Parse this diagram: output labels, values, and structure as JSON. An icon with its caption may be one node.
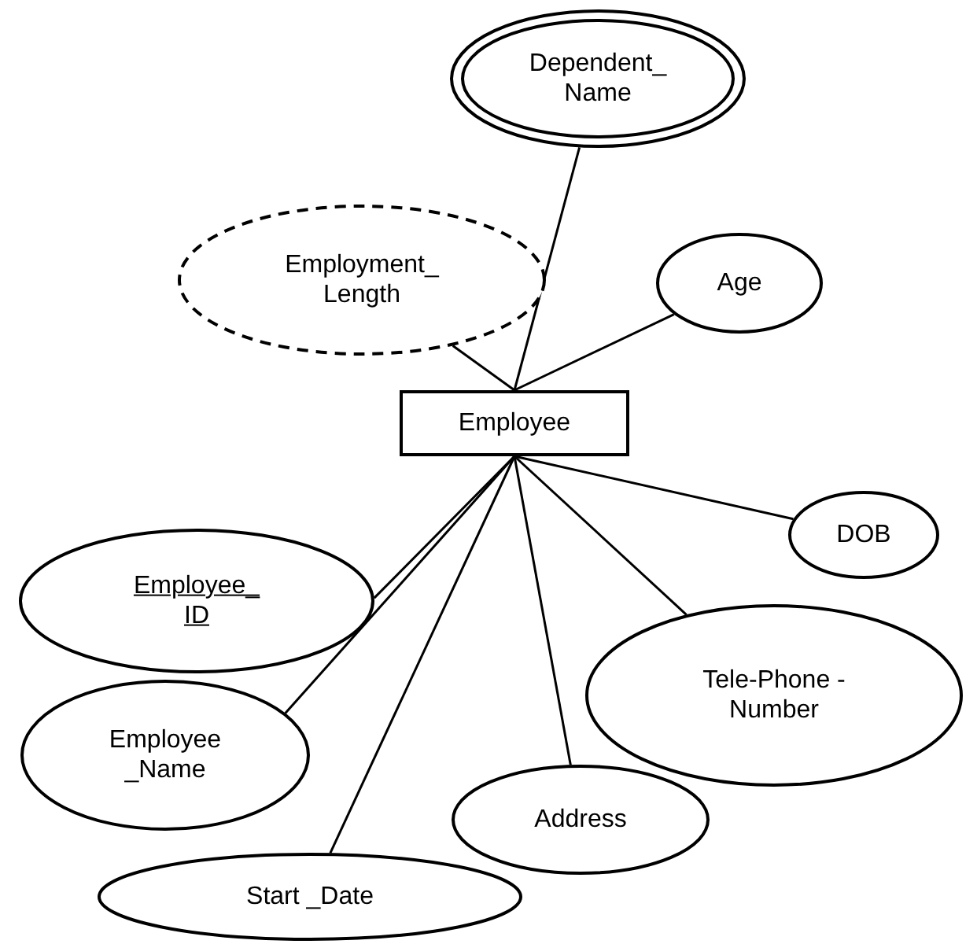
{
  "diagram": {
    "nodes": [
      {
        "text": [
          "Employee"
        ]
      },
      {
        "text": [
          "Dependent_ Name"
        ]
      },
      {
        "text": [
          "Employment_ Length"
        ]
      },
      {
        "text": [
          "Age"
        ]
      },
      {
        "text": [
          "Employee_ ID"
        ]
      },
      {
        "text": [
          "DOB"
        ]
      },
      {
        "text": [
          "Tele-Phone - Number"
        ]
      },
      {
        "text": [
          "Employee _Name"
        ]
      },
      {
        "text": [
          "Address"
        ]
      },
      {
        "text": [
          "Start _Date"
        ]
      }
    ],
    "edges": [
      {
        "from": 0,
        "to": 1,
        "arrow": "none"
      },
      {
        "from": 0,
        "to": 2,
        "arrow": "none"
      },
      {
        "from": 0,
        "to": 3,
        "arrow": "none"
      },
      {
        "from": 0,
        "to": 4,
        "arrow": "none"
      },
      {
        "from": 0,
        "to": 5,
        "arrow": "none"
      },
      {
        "from": 0,
        "to": 6,
        "arrow": "none"
      },
      {
        "from": 0,
        "to": 7,
        "arrow": "none"
      },
      {
        "from": 0,
        "to": 8,
        "arrow": "none"
      },
      {
        "from": 0,
        "to": 9,
        "arrow": "none"
      }
    ]
  }
}
